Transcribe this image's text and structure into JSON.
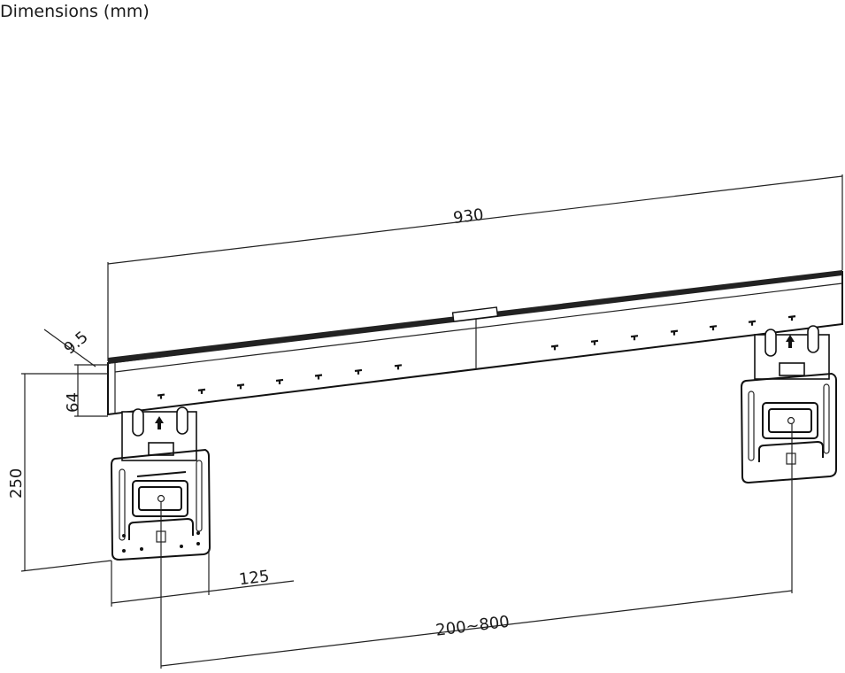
{
  "title": "Dimensions (mm)",
  "dimensions": {
    "width": "930",
    "depth": "9.5",
    "rail_height": "64",
    "height": "250",
    "bracket_width": "125",
    "vesa_range": "200~800"
  },
  "colors": {
    "line": "#222222",
    "background": "#ffffff"
  }
}
